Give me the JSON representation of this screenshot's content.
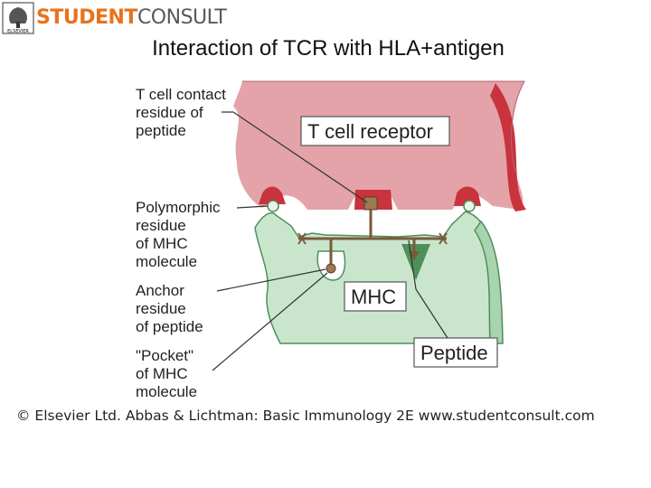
{
  "header": {
    "brand_student": "STUDENT",
    "brand_consult": "CONSULT",
    "publisher_logo_text": "ELSEVIER"
  },
  "title": "Interaction of TCR with HLA+antigen",
  "diagram": {
    "boxes": {
      "tcr": "T cell receptor",
      "mhc": "MHC",
      "peptide": "Peptide"
    },
    "labels": {
      "tcr_contact": [
        "T cell contact",
        "residue of",
        "peptide"
      ],
      "polymorphic": [
        "Polymorphic",
        "residue",
        "of MHC",
        "molecule"
      ],
      "anchor": [
        "Anchor",
        "residue",
        "of peptide"
      ],
      "pocket": [
        "\"Pocket\"",
        "of MHC",
        "molecule"
      ]
    },
    "colors": {
      "tcr_fill": "#e3a3a8",
      "tcr_dark": "#c8333e",
      "mhc_fill": "#c9e6cd",
      "mhc_edge": "#4f8f5a",
      "peptide": "#7a5a3a"
    }
  },
  "footer": {
    "copyright": "© Elsevier Ltd. Abbas & Lichtman: Basic Immunology 2E www.studentconsult.com"
  }
}
